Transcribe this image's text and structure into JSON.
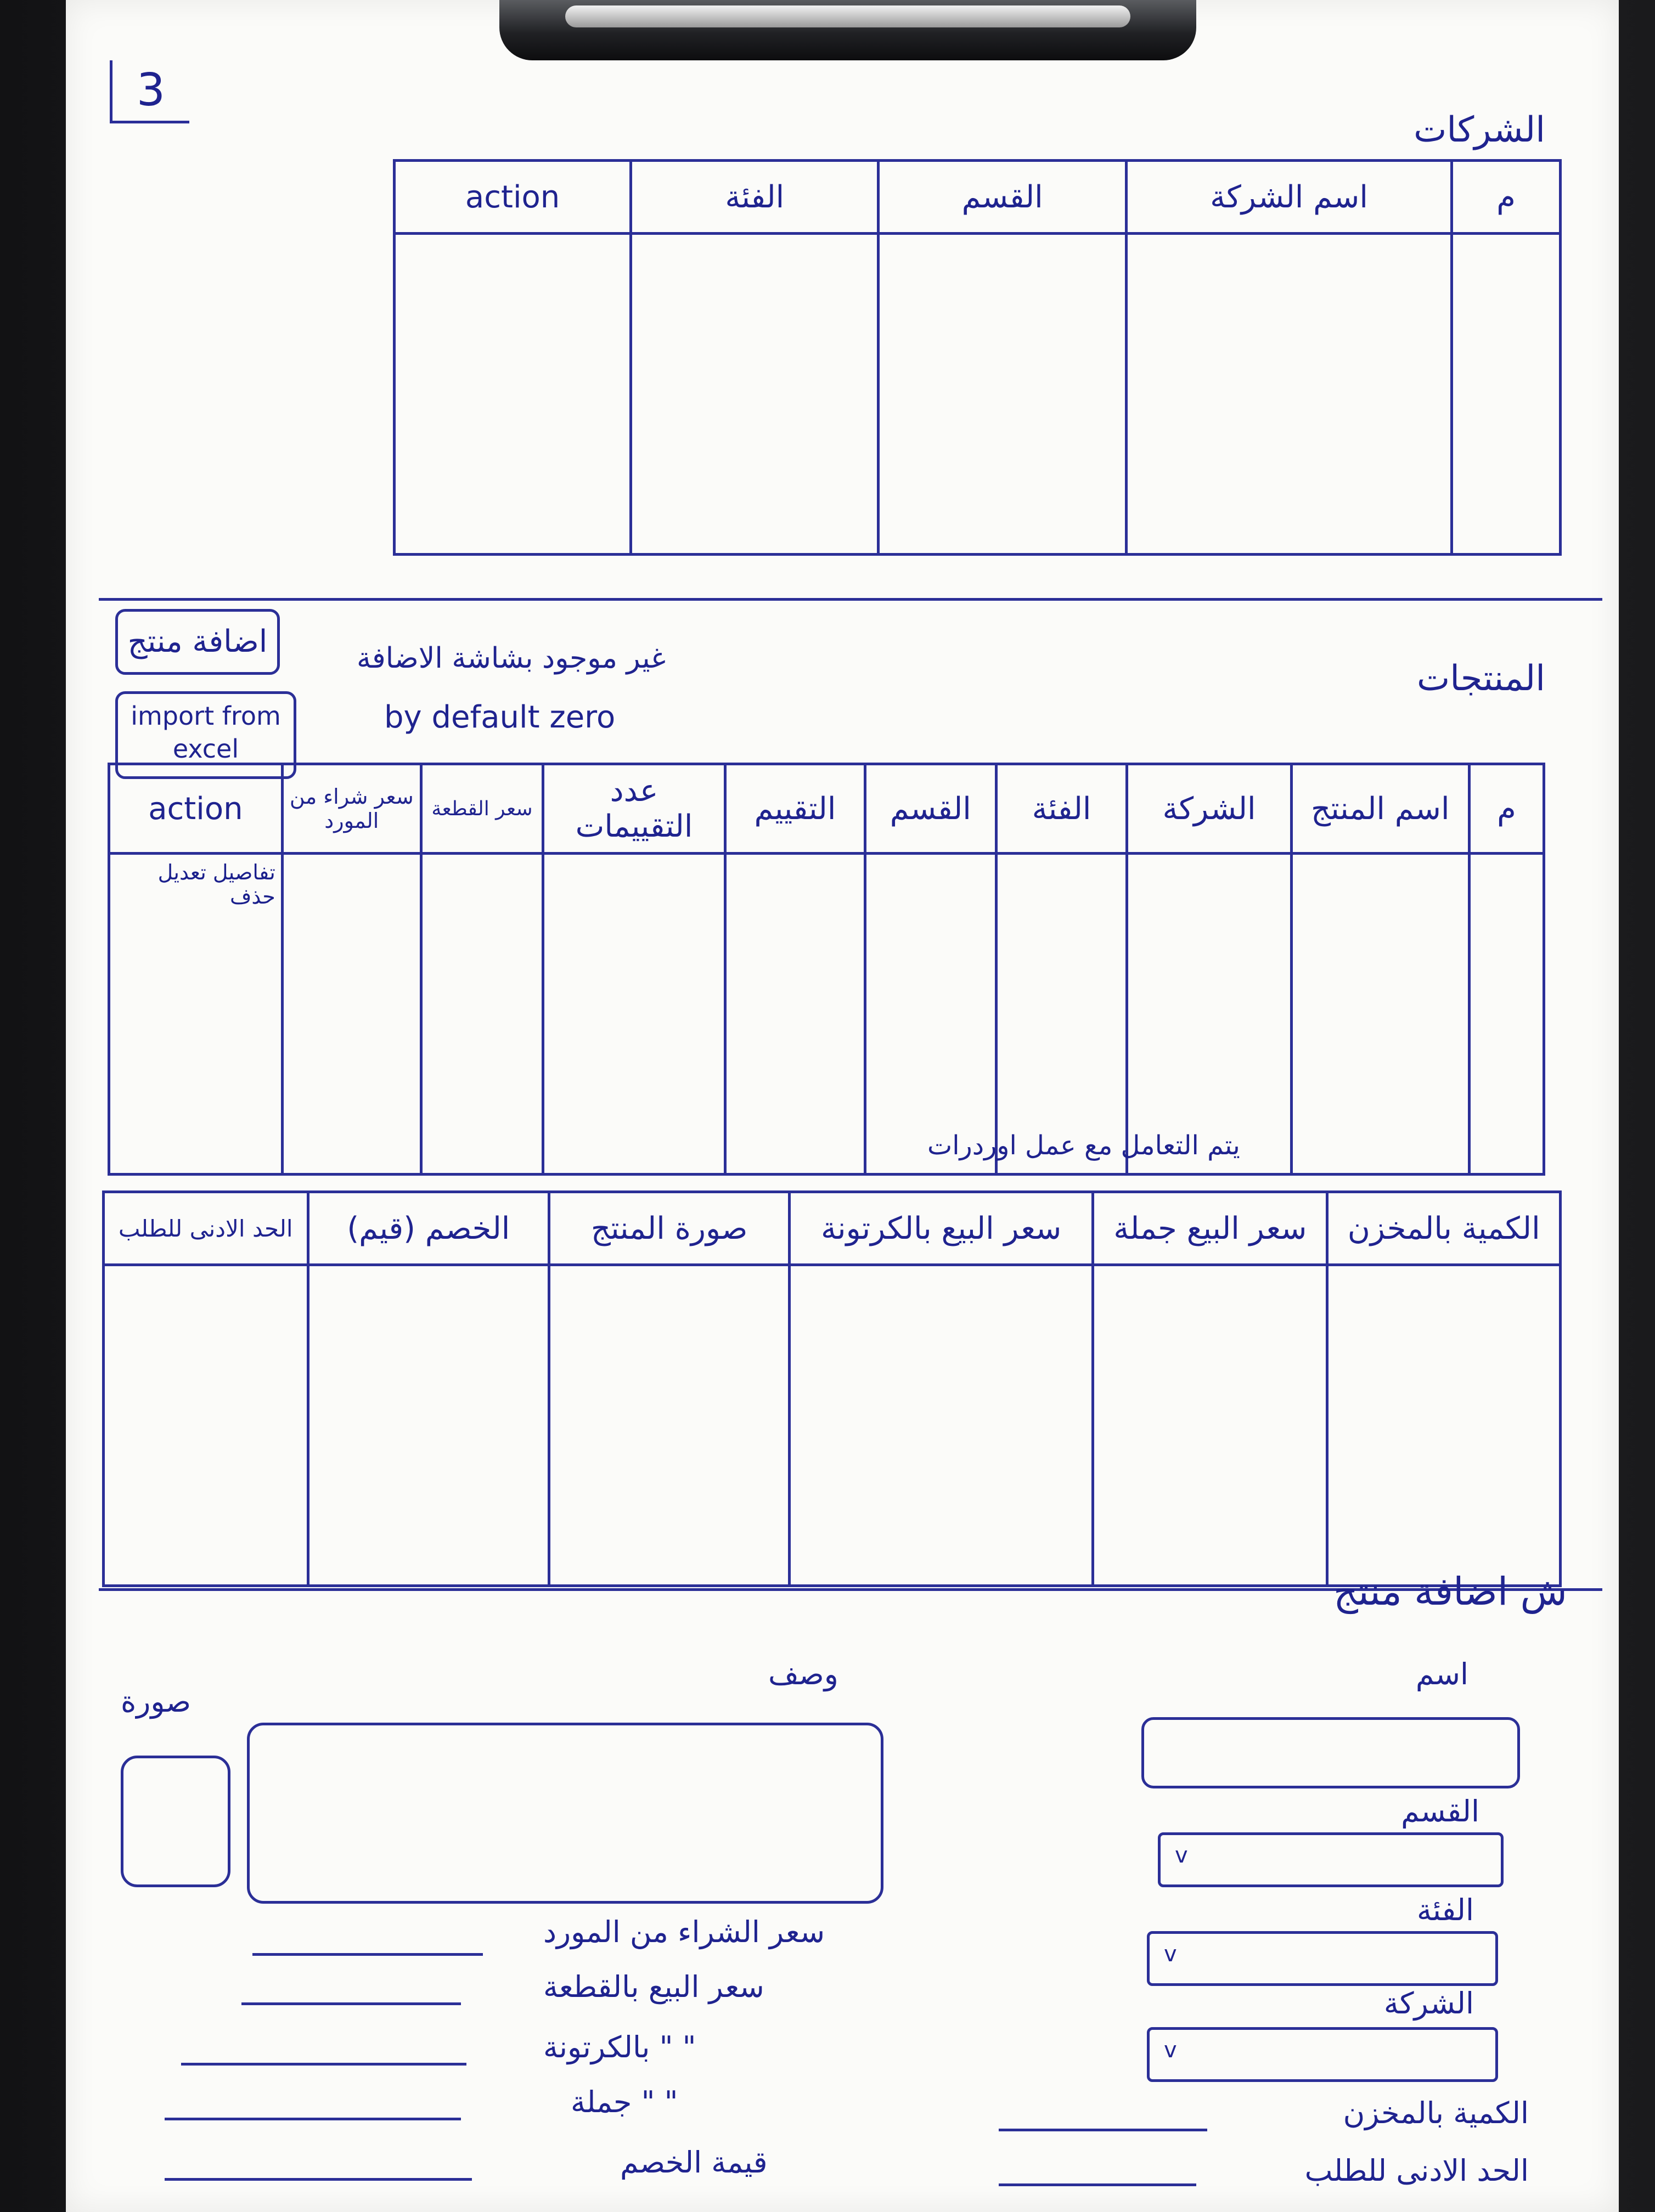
{
  "page_number": "3",
  "companies": {
    "title": "الشركات",
    "columns": [
      "م",
      "اسم الشركة",
      "القسم",
      "الفئة",
      "action"
    ]
  },
  "products": {
    "title": "المنتجات",
    "add_button": "اضافة منتج",
    "import_button": "import from excel",
    "note": "غير موجود بشاشة الاضافة",
    "default_note": "by default zero",
    "columns": [
      "م",
      "اسم المنتج",
      "الشركة",
      "الفئة",
      "القسم",
      "التقييم",
      "عدد التقييمات",
      "سعر القطعة",
      "سعر شراء من المورد",
      "action"
    ],
    "action_note": "تفاصيل تعديل حذف"
  },
  "products_extra": {
    "note": "يتم التعامل مع عمل اوردرات",
    "columns": [
      "الكمية بالمخزن",
      "سعر البيع جملة",
      "سعر البيع بالكرتونة",
      "صورة المنتج",
      "الخصم (قيم)",
      "الحد الادنى للطلب"
    ]
  },
  "add_product_form": {
    "title": "ش اضافة منتج",
    "name_label": "اسم",
    "section_label": "القسم",
    "category_label": "الفئة",
    "company_label": "الشركة",
    "stock_label": "الكمية بالمخزن",
    "min_order_label": "الحد الادنى للطلب",
    "description_label": "وصف",
    "image_label": "صورة",
    "purchase_price_label": "سعر الشراء من المورد",
    "piece_price_label": "سعر البيع بالقطعة",
    "carton_price_label": "\" \" بالكرتونة",
    "wholesale_price_label": "\" \" جملة",
    "discount_label": "قيمة الخصم",
    "chevron": "v"
  }
}
